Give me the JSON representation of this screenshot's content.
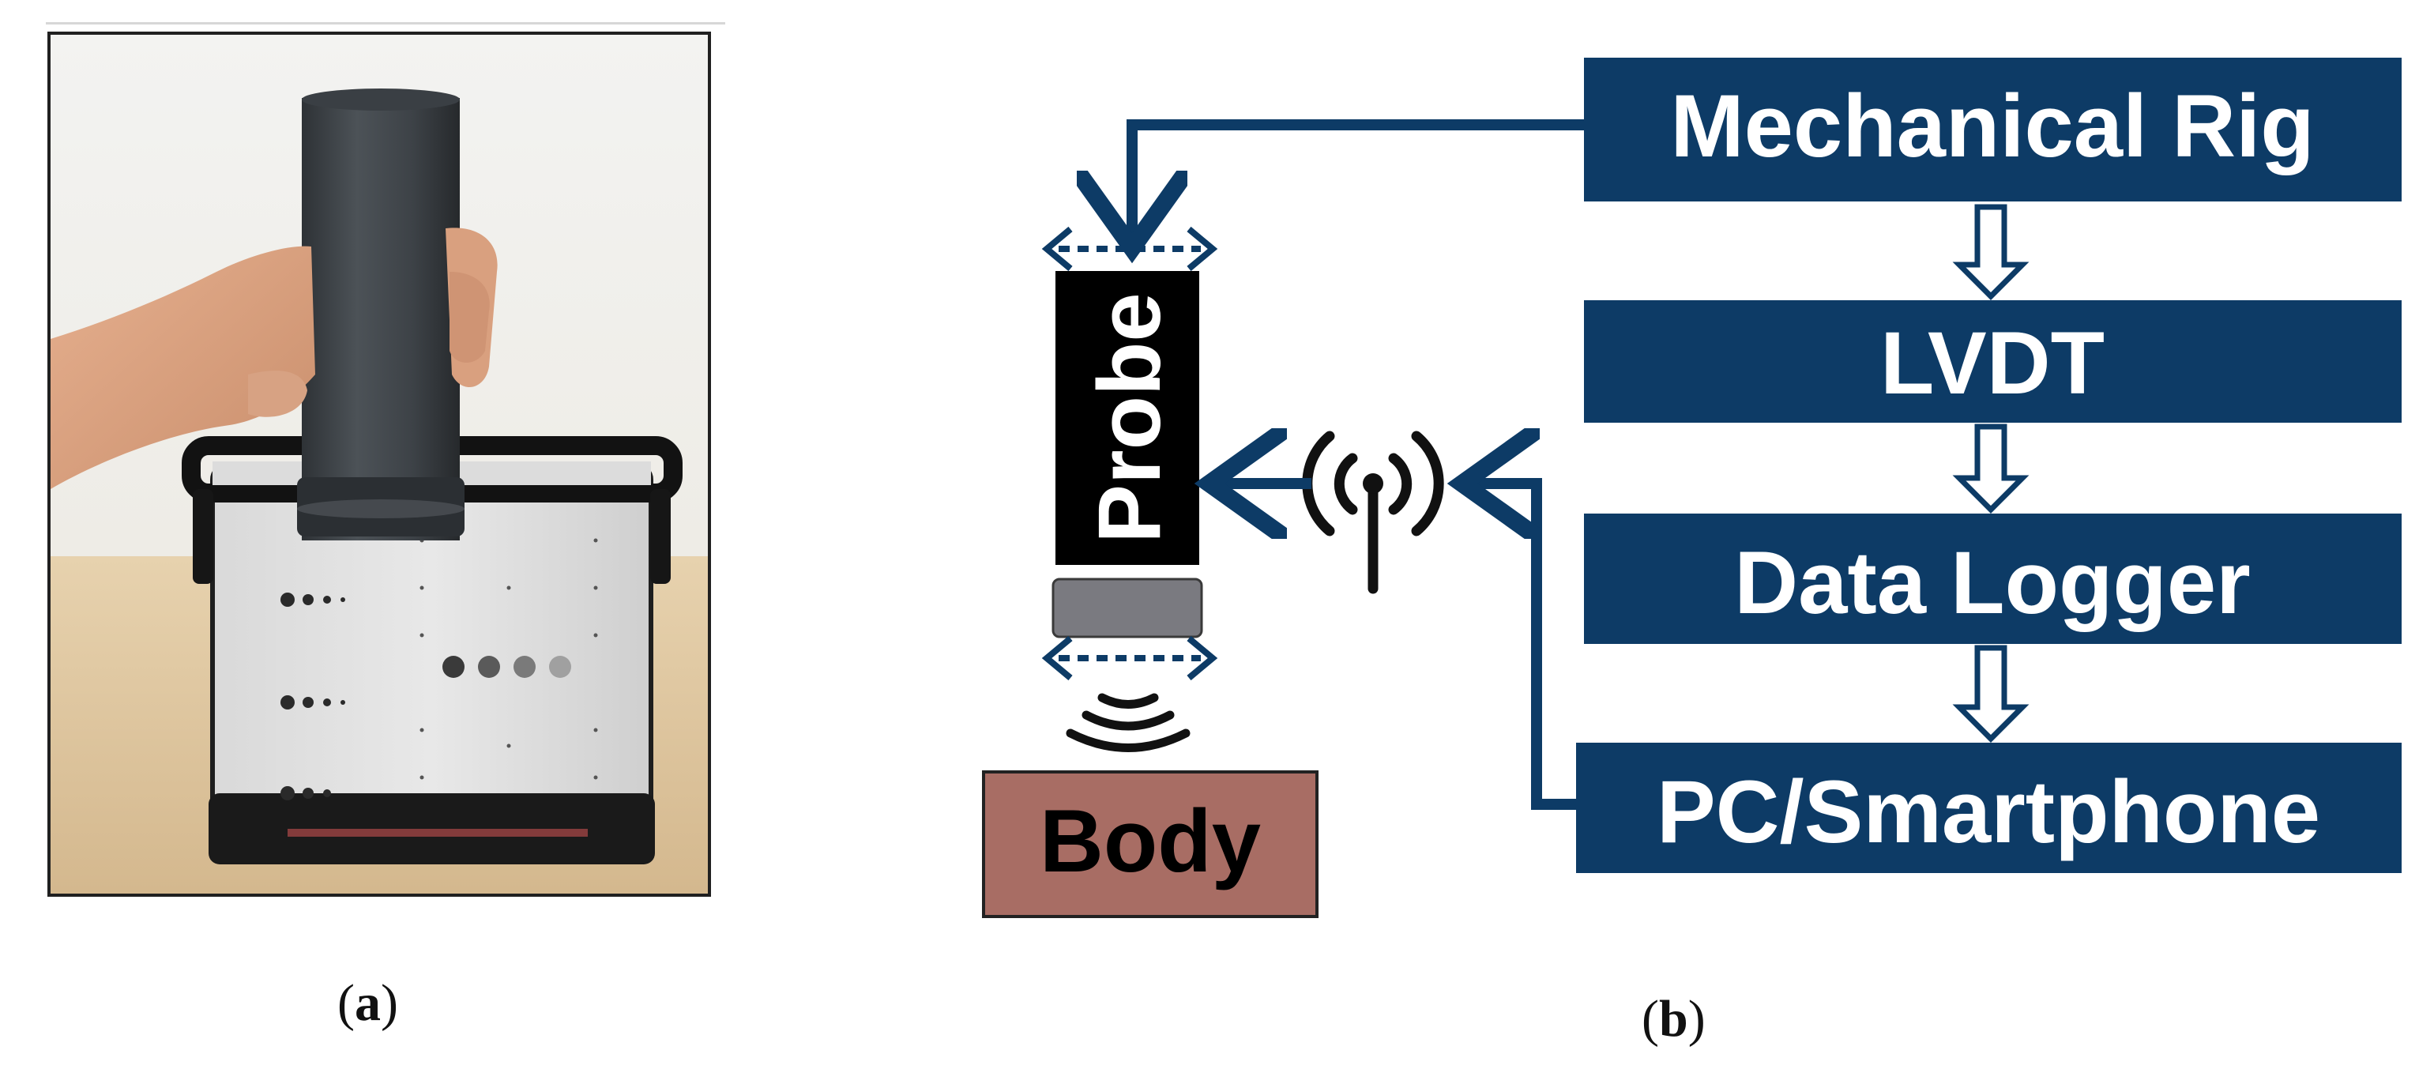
{
  "panels": {
    "a": {
      "label_open": "(",
      "label_letter": "a",
      "label_close": ")"
    },
    "b": {
      "label_open": "(",
      "label_letter": "b",
      "label_close": ")"
    }
  },
  "diagram": {
    "blocks": {
      "mechanical_rig": "Mechanical Rig",
      "lvdt": "LVDT",
      "data_logger": "Data Logger",
      "pc_smartphone": "PC/Smartphone",
      "probe": "Probe",
      "body": "Body"
    },
    "icons": [
      "antenna-icon",
      "ultrasound-wave-icon",
      "bidirectional-arrow-icon",
      "hollow-down-arrow-icon"
    ]
  },
  "colors": {
    "block_fill": "#0d3b66",
    "block_text": "#ffffff",
    "probe_fill": "#000000",
    "transducer_fill": "#7a7a80",
    "body_fill": "#a86d64",
    "arrow": "#0d3b66"
  }
}
